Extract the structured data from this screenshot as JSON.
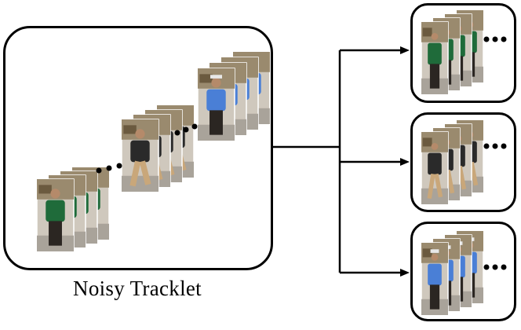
{
  "caption": "Noisy Tracklet",
  "colors": {
    "line": "#000000",
    "green_jacket": "#1f6b3a",
    "blue_shirt": "#4a7fd6",
    "dark_coat": "#2a2a2a",
    "tan_pants": "#c9a77a",
    "dark_pants": "#2b2622"
  },
  "icons": [
    "ellipsis-dots",
    "arrow-right"
  ]
}
